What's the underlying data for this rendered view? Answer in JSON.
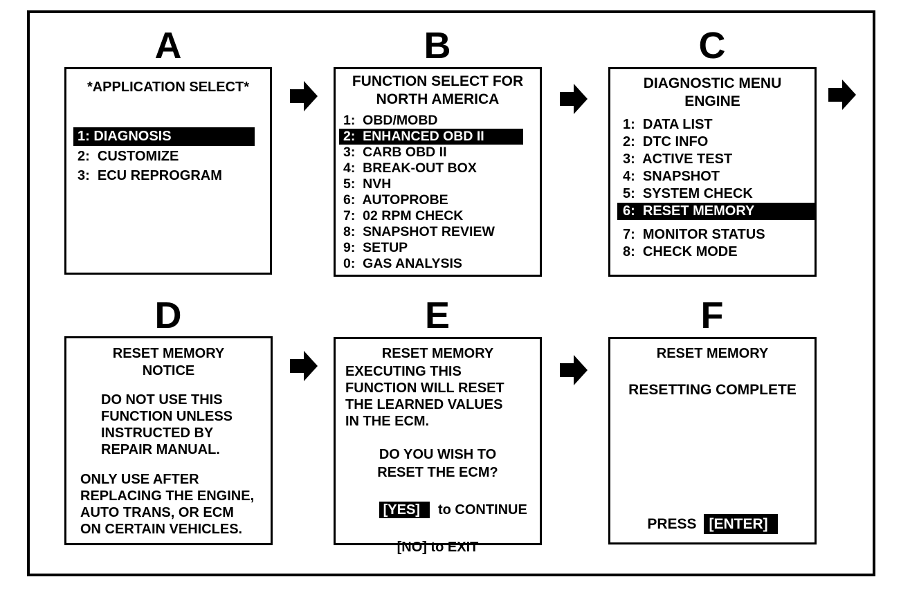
{
  "colors": {
    "foreground": "#000000",
    "background": "#ffffff"
  },
  "icons": {
    "flow_arrow": "right-block-arrow"
  },
  "steps": {
    "a": "A",
    "b": "B",
    "c": "C",
    "d": "D",
    "e": "E",
    "f": "F"
  },
  "screens": {
    "a": {
      "title": "*APPLICATION SELECT*",
      "items": [
        "1: DIAGNOSIS",
        "2:  CUSTOMIZE",
        "3:  ECU REPROGRAM"
      ],
      "selected_index": 0
    },
    "b": {
      "title1": "FUNCTION SELECT FOR",
      "title2": "NORTH AMERICA",
      "items": [
        "1:  OBD/MOBD",
        "2:  ENHANCED OBD II",
        "3:  CARB OBD II",
        "4:  BREAK-OUT BOX",
        "5:  NVH",
        "6:  AUTOPROBE",
        "7:  02 RPM CHECK",
        "8:  SNAPSHOT REVIEW",
        "9:  SETUP",
        "0:  GAS ANALYSIS"
      ],
      "selected_index": 1
    },
    "c": {
      "title1": "DIAGNOSTIC MENU",
      "title2": "ENGINE",
      "items": [
        "1:  DATA LIST",
        "2:  DTC INFO",
        "3:  ACTIVE TEST",
        "4:  SNAPSHOT",
        "5:  SYSTEM CHECK",
        "6:  RESET MEMORY",
        "7:  MONITOR STATUS",
        "8:  CHECK MODE"
      ],
      "selected_index": 5
    },
    "d": {
      "title1": "RESET MEMORY",
      "title2": "NOTICE",
      "para1": [
        "DO NOT USE THIS",
        "FUNCTION UNLESS",
        "INSTRUCTED BY",
        "REPAIR MANUAL."
      ],
      "para2": [
        "ONLY USE AFTER",
        "REPLACING THE ENGINE,",
        "AUTO TRANS, OR ECM",
        "ON CERTAIN VEHICLES."
      ]
    },
    "e": {
      "title": "RESET MEMORY",
      "para": [
        "EXECUTING THIS",
        "FUNCTION WILL RESET",
        "THE LEARNED VALUES",
        "IN THE ECM."
      ],
      "q1": "DO YOU WISH TO",
      "q2": "RESET THE ECM?",
      "yes_key": "[YES]",
      "yes_rest": "to CONTINUE",
      "no_line": "[NO] to EXIT",
      "highlighted_key": "[YES]"
    },
    "f": {
      "title": "RESET MEMORY",
      "status": "RESETTING COMPLETE",
      "press_label": "PRESS",
      "enter_key": "[ENTER]",
      "highlighted_key": "[ENTER]"
    }
  }
}
